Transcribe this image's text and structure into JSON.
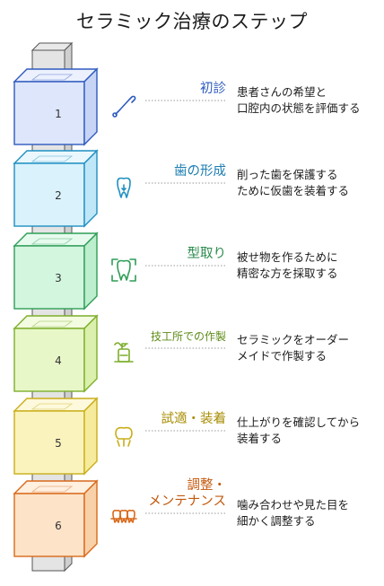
{
  "title": "セラミック治療のステップ",
  "steps": [
    {
      "num": "1",
      "label": "初診",
      "icon": "dental-probe-icon",
      "desc": [
        "患者さんの希望と",
        "口腔内の状態を評価する"
      ],
      "face": "#dde6fb",
      "top": "#ecf1fd",
      "side": "#c7d4f5",
      "edge": "#2f5bbf",
      "text": "#2f5bbf"
    },
    {
      "num": "2",
      "label": "歯の形成",
      "icon": "tooth-prep-icon",
      "desc": [
        "削った歯を保護する",
        "ために仮歯を装着する"
      ],
      "face": "#d9f2fc",
      "top": "#eaf8fe",
      "side": "#c0e7f7",
      "edge": "#1f8fc2",
      "text": "#1f7fb2"
    },
    {
      "num": "3",
      "label": "型取り",
      "icon": "tooth-scan-icon",
      "desc": [
        "被せ物を作るために",
        "精密な方を採取する"
      ],
      "face": "#d3f6df",
      "top": "#e6fbee",
      "side": "#bdeecd",
      "edge": "#2f9d57",
      "text": "#2a8a4c"
    },
    {
      "num": "4",
      "label": "技工所での作製",
      "icon": "lab-icon",
      "desc": [
        "セラミックをオーダー",
        "メイドで作製する"
      ],
      "face": "#e8f7c8",
      "top": "#f3fbe0",
      "side": "#dbf0ad",
      "edge": "#7cae2a",
      "text": "#5e8c17"
    },
    {
      "num": "5",
      "label": "試適・装着",
      "icon": "crown-icon",
      "desc": [
        "仕上がりを確認してから",
        "装着する"
      ],
      "face": "#fbf3bd",
      "top": "#fdf9dc",
      "side": "#f6eb9c",
      "edge": "#c9ad1a",
      "text": "#a88d05"
    },
    {
      "num": "6",
      "label": "調整・\nメンテナンス",
      "icon": "teeth-icon",
      "desc": [
        "噛み合わせや見た目を",
        "細かく調整する"
      ],
      "face": "#fde3c8",
      "top": "#fff0e0",
      "side": "#f8d1a8",
      "edge": "#d9691b",
      "text": "#c4580c"
    }
  ]
}
